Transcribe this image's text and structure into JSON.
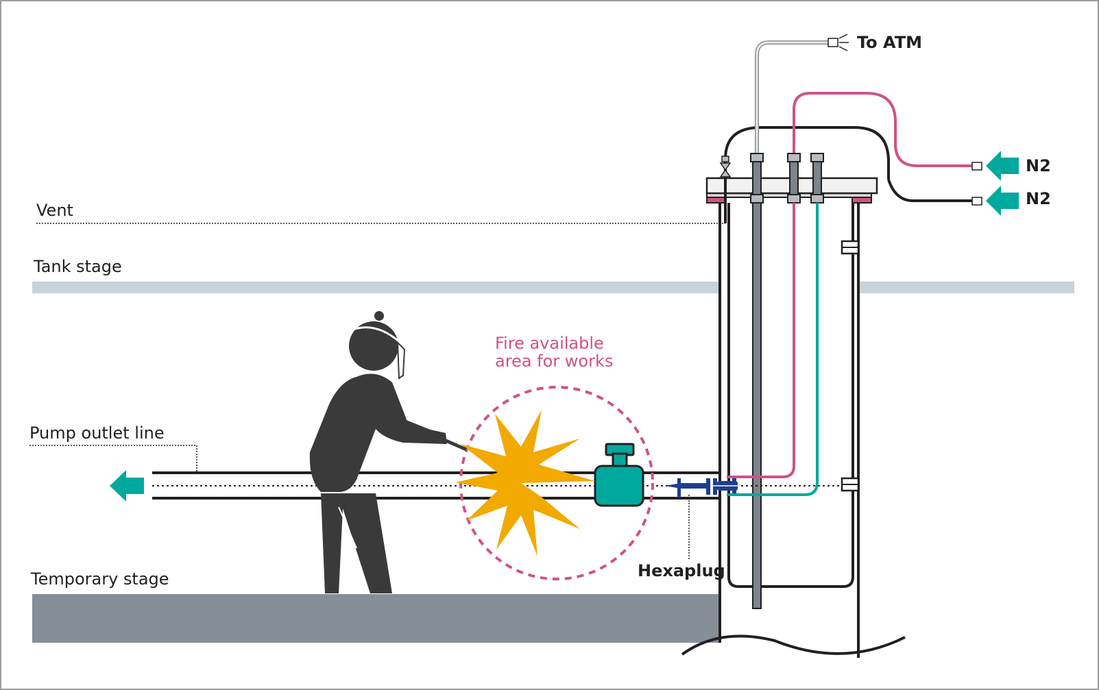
{
  "labels": {
    "vent": "Vent",
    "tank_stage": "Tank stage",
    "pump_outlet_line": "Pump outlet line",
    "temporary_stage": "Temporary stage",
    "fire_area_line1": "Fire available",
    "fire_area_line2": "area for works",
    "hexaplug": "Hexaplug",
    "to_atm": "To ATM",
    "n2_upper": "N2",
    "n2_lower": "N2"
  },
  "colors": {
    "border": "#9a9c9e",
    "tank_stage_band": "#c8d2da",
    "temporary_stage_band": "#868f98",
    "outline": "#231f20",
    "worker": "#3a3a3a",
    "teal": "#00a99d",
    "pink": "#cf5384",
    "spark": "#f2a900",
    "hexaplug_blue": "#1d3f8f",
    "vent_pipe": "#b8bcc0",
    "rod": "#7d848b"
  },
  "icons": {
    "flow_arrow_left": "arrow-left-icon",
    "n2_inlet_arrow": "arrow-left-icon",
    "vent_nozzle": "vent-nozzle-icon",
    "spark": "spark-icon",
    "worker": "worker-icon",
    "valve": "valve-icon"
  }
}
